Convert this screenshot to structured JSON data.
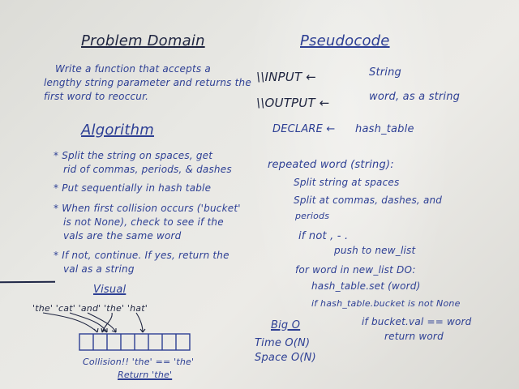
{
  "left": {
    "problem_title": "Problem Domain",
    "problem_lines": [
      "Write a function that accepts a",
      "lengthy string parameter and returns the",
      "first word to reoccur."
    ],
    "algorithm_title": "Algorithm",
    "algorithm_lines": [
      "* Split the string on spaces, get",
      "rid of commas, periods, & dashes",
      "* Put sequentially in hash table",
      "* When first collision occurs ('bucket'",
      "is not None), check to see if the",
      "vals are the same word",
      "* If not, continue. If yes, return the",
      "val as a string"
    ],
    "visual_title": "Visual",
    "visual_input": "'the' 'cat' 'and' 'the' 'hat'",
    "collision_line": "Collision!! 'the' == 'the'",
    "return_line": "Return 'the'"
  },
  "right": {
    "pseudocode_title": "Pseudocode",
    "input_label": "\\\\INPUT ←",
    "input_value": "String",
    "output_label": "\\\\OUTPUT ←",
    "output_value": "word, as a string",
    "declare_label": "DECLARE ←",
    "declare_value": "hash_table",
    "code_lines": [
      "repeated word (string):",
      "Split string at spaces",
      "Split at commas, dashes, and",
      "periods",
      "if not , - .",
      "push to new_list",
      "for word in new_list DO:",
      "hash_table.set (word)",
      "if hash_table.bucket is not None",
      "if bucket.val == word",
      "return word"
    ],
    "bigo_title": "Big O",
    "time_line": "Time O(N)",
    "space_line": "Space O(N)"
  },
  "colors": {
    "marker_blue": "#2d3f94",
    "marker_black": "#1f2540",
    "board": "#e8e8e4"
  }
}
